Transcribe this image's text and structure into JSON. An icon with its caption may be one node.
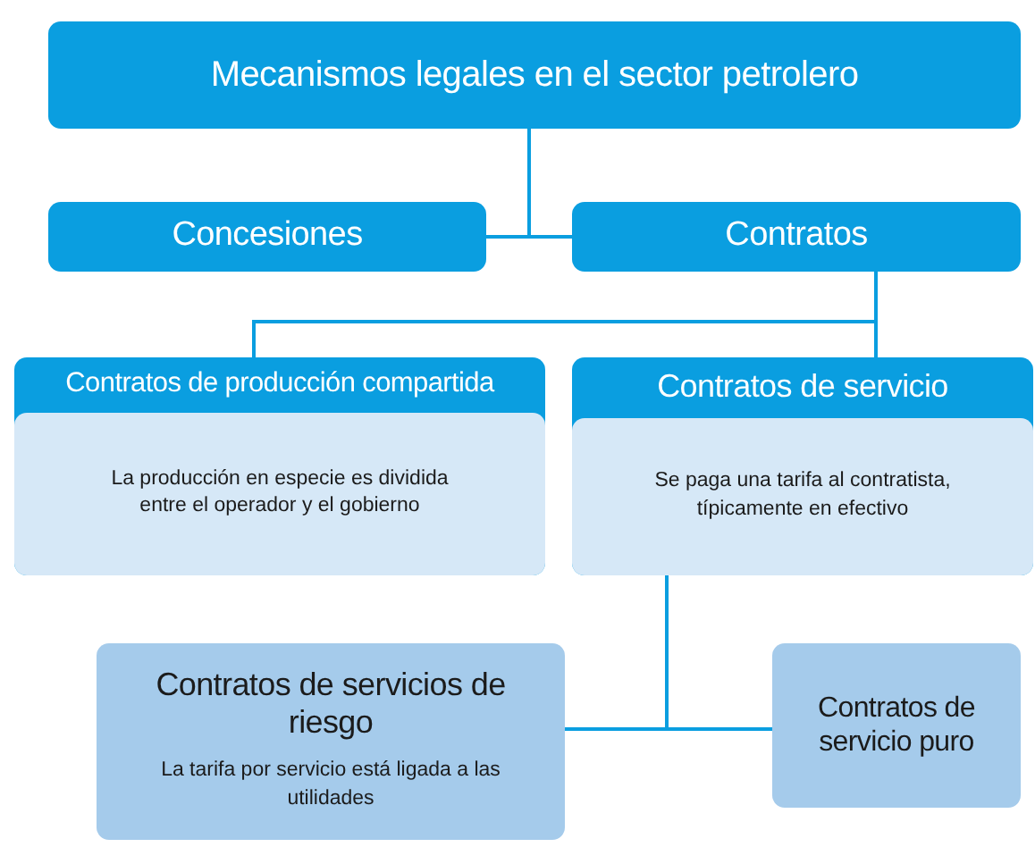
{
  "diagram": {
    "nodes": [
      {
        "text": [
          "Mecanismos legales en el sector petrolero"
        ]
      },
      {
        "text": [
          "Concesiones"
        ]
      },
      {
        "text": [
          "Contratos"
        ]
      },
      {
        "text": [
          "Contratos de producción compartida",
          "La producción en especie es dividida entre el operador y el gobierno"
        ]
      },
      {
        "text": [
          "Contratos de servicio",
          "Se paga una tarifa al contratista, típicamente en efectivo"
        ]
      },
      {
        "text": [
          "Contratos de servicios de riesgo",
          "La tarifa por servicio está ligada a las utilidades"
        ]
      },
      {
        "text": [
          "Contratos de servicio puro"
        ]
      }
    ],
    "edges": [
      {
        "from": 0,
        "to": 1,
        "arrow": "none"
      },
      {
        "from": 0,
        "to": 2,
        "arrow": "none"
      },
      {
        "from": 2,
        "to": 3,
        "arrow": "none"
      },
      {
        "from": 2,
        "to": 4,
        "arrow": "none"
      },
      {
        "from": 4,
        "to": 5,
        "arrow": "none"
      },
      {
        "from": 4,
        "to": 6,
        "arrow": "none"
      }
    ]
  }
}
